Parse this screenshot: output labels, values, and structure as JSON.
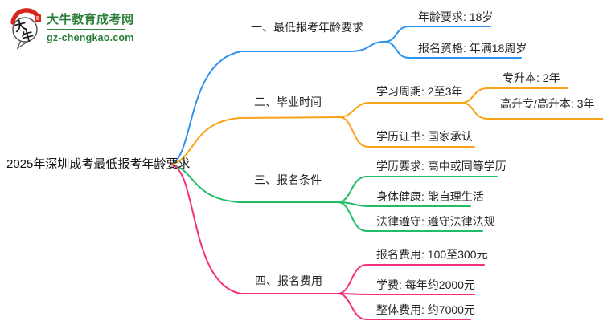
{
  "page": {
    "background": "#ffffff"
  },
  "logo": {
    "site_name": "大牛教育成考网",
    "site_domain": "gz-chengkao.com",
    "icon_chars": [
      "大",
      "牛"
    ],
    "green": "#2B7E3B",
    "red": "#D6271F"
  },
  "mindmap": {
    "root": {
      "label": "2025年深圳成考最低报考年龄要求"
    },
    "branches": [
      {
        "label": "一、最低报考年龄要求",
        "color": "#2D93EE",
        "children": [
          {
            "label": "年龄要求: 18岁"
          },
          {
            "label": "报名资格: 年满18周岁"
          }
        ]
      },
      {
        "label": "二、毕业时间",
        "color": "#FBA317",
        "children": [
          {
            "label": "学习周期: 2至3年",
            "children": [
              {
                "label": "专升本: 2年"
              },
              {
                "label": "高升专/高升本: 3年"
              }
            ]
          },
          {
            "label": "学历证书: 国家承认"
          }
        ]
      },
      {
        "label": "三、报名条件",
        "color": "#1EBD66",
        "children": [
          {
            "label": "学历要求: 高中或同等学历"
          },
          {
            "label": "身体健康: 能自理生活"
          },
          {
            "label": "法律遵守: 遵守法律法规"
          }
        ]
      },
      {
        "label": "四、报名费用",
        "color": "#F42F7D",
        "children": [
          {
            "label": "报名费用: 100至300元"
          },
          {
            "label": "学费: 每年约2000元"
          },
          {
            "label": "整体费用: 约7000元"
          }
        ]
      }
    ]
  }
}
